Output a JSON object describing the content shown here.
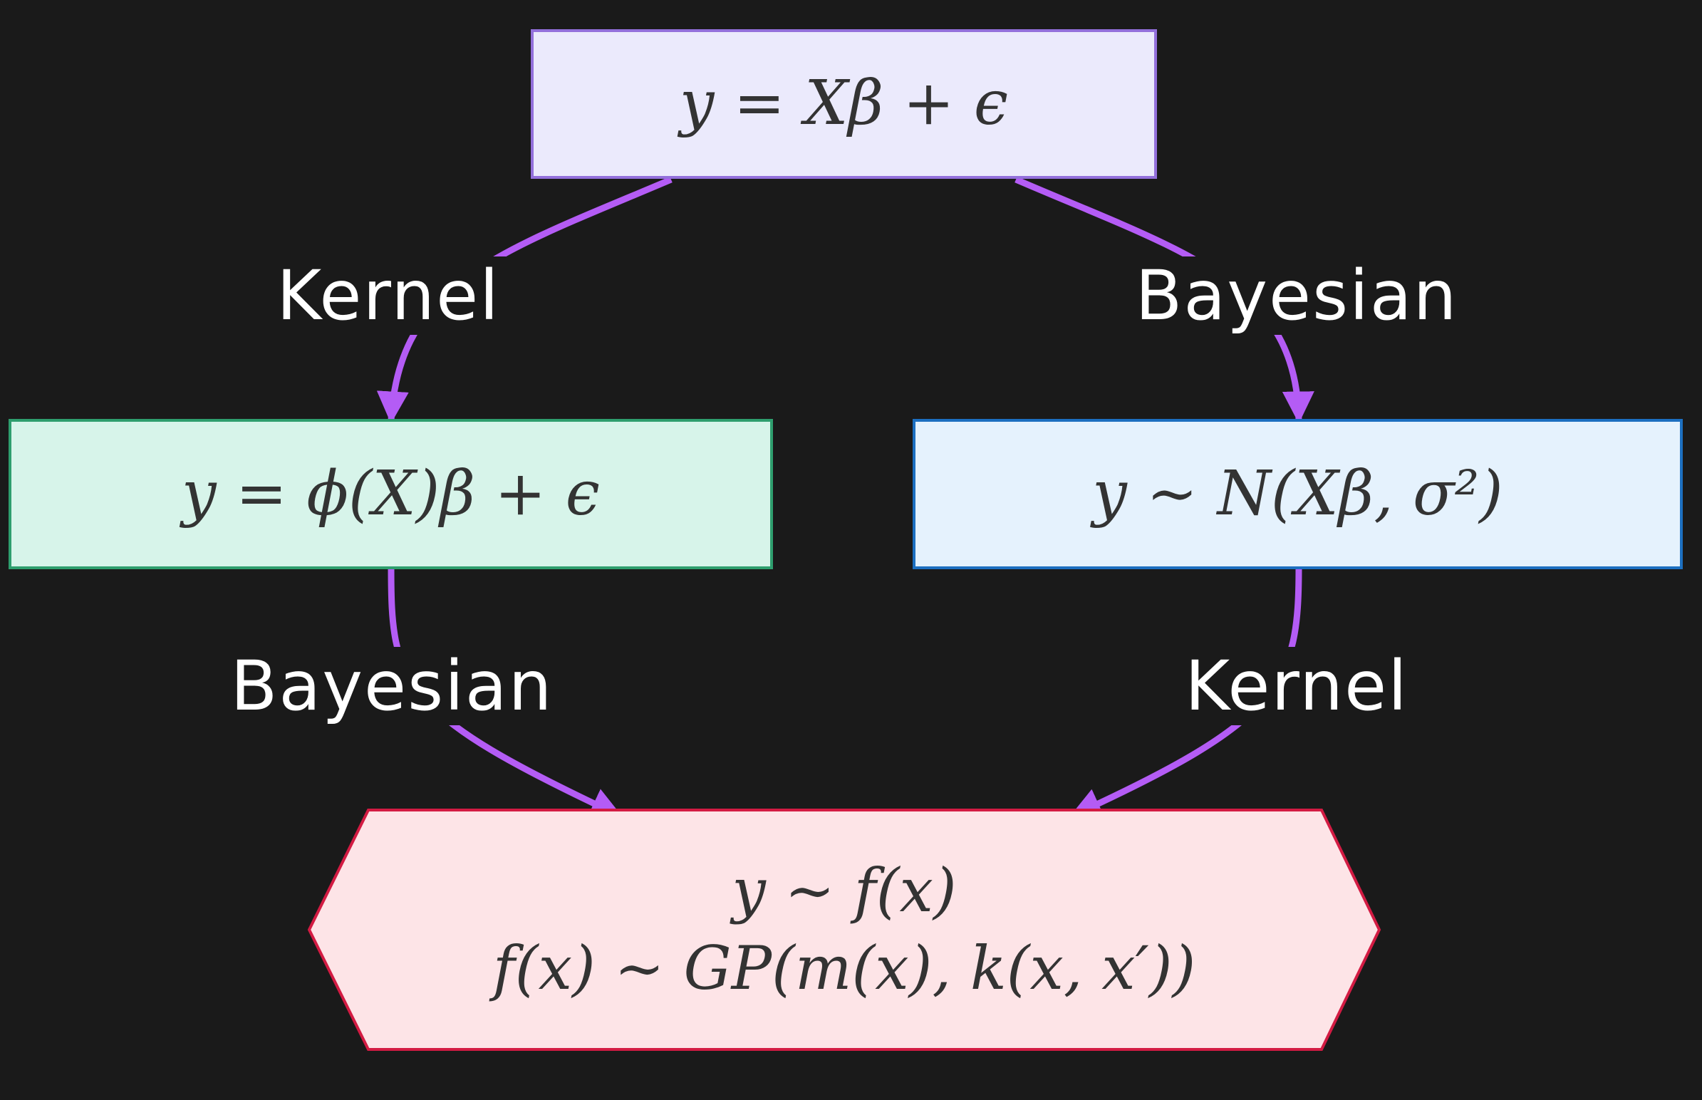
{
  "nodes": {
    "linear": {
      "text": "y = Xβ + ϵ"
    },
    "kernel": {
      "text": "y = ϕ(X)β + ϵ"
    },
    "bayesian": {
      "text": "y ∼ N(Xβ, σ²)"
    },
    "gp": {
      "line1": "y ∼ f(x)",
      "line2": "f(x) ∼ GP(m(x), k(x, x′))"
    }
  },
  "edges": {
    "linear_to_kernel": {
      "label": "Kernel"
    },
    "linear_to_bayesian": {
      "label": "Bayesian"
    },
    "kernel_to_gp": {
      "label": "Bayesian"
    },
    "bayesian_to_gp": {
      "label": "Kernel"
    }
  },
  "colors": {
    "background": "#1a1a1a",
    "edge": "#b45cf5",
    "linear_fill": "#ebeafc",
    "linear_stroke": "#9370db",
    "kernel_fill": "#d7f4ea",
    "kernel_stroke": "#2e9e6e",
    "bayesian_fill": "#e5f2fd",
    "bayesian_stroke": "#1c6fc0",
    "gp_fill": "#fde4e7",
    "gp_stroke": "#d31b43"
  },
  "icons": {
    "arrowhead": "arrowhead-icon"
  }
}
